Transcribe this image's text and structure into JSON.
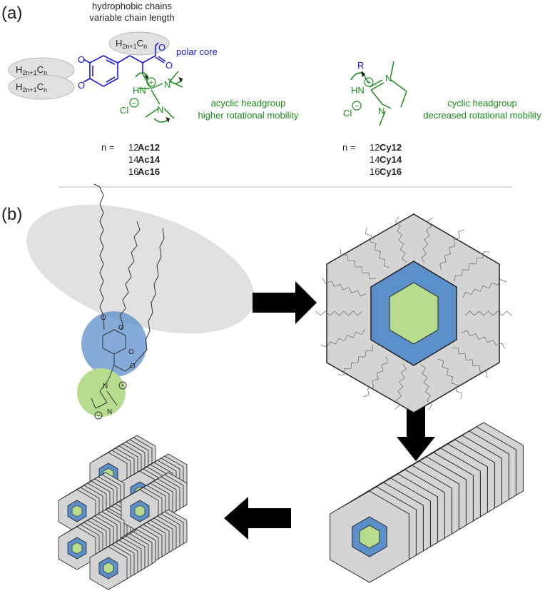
{
  "panel_a": {
    "label": "(a)",
    "caption_line1": "hydrophobic chains",
    "caption_line2": "variable chain length",
    "chain_formula": "H",
    "chain_sub1": "2n+1",
    "chain_c": "C",
    "chain_sub2": "n",
    "polar_core": "polar core",
    "acyclic_desc1": "acyclic headgroup",
    "acyclic_desc2": "higher rotational mobility",
    "cyclic_desc1": "cyclic headgroup",
    "cyclic_desc2": "decreased rotational mobility",
    "atom_O": "O",
    "atom_N": "N",
    "atom_HN": "HN",
    "atom_Cl": "Cl",
    "atom_R": "R",
    "charge_plus": "+",
    "charge_minus": "−",
    "n_label": "n =",
    "ac_series": [
      {
        "n": "12",
        "name": "Ac12"
      },
      {
        "n": "14",
        "name": "Ac14"
      },
      {
        "n": "16",
        "name": "Ac16"
      }
    ],
    "cy_series": [
      {
        "n": "12",
        "name": "Cy12"
      },
      {
        "n": "14",
        "name": "Cy14"
      },
      {
        "n": "16",
        "name": "Cy16"
      }
    ]
  },
  "panel_b": {
    "label": "(b)"
  },
  "colors": {
    "chain_gray": "#e0e0e0",
    "core_blue": "#5b8fc9",
    "core_blue_light": "#7fa7d9",
    "head_green": "#b7dc8e",
    "polar_blue": "#1a1acc",
    "head_text_green": "#1a8a1a",
    "hex_gray": "#d4d4d4",
    "arrow_black": "#000000"
  }
}
